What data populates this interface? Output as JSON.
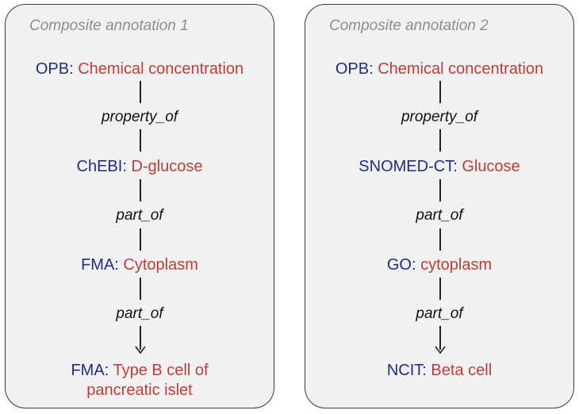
{
  "panels": [
    {
      "title": "Composite annotation 1",
      "nodes": [
        {
          "ont": "OPB",
          "term": "Chemical concentration"
        },
        {
          "ont": "ChEBI",
          "term": "D-glucose"
        },
        {
          "ont": "FMA",
          "term": "Cytoplasm"
        },
        {
          "ont": "FMA",
          "term": "Type B cell of",
          "term2": "pancreatic islet"
        }
      ],
      "relations": [
        "property_of",
        "part_of",
        "part_of"
      ]
    },
    {
      "title": "Composite annotation 2",
      "nodes": [
        {
          "ont": "OPB",
          "term": "Chemical concentration"
        },
        {
          "ont": "SNOMED-CT",
          "term": "Glucose"
        },
        {
          "ont": "GO",
          "term": "cytoplasm"
        },
        {
          "ont": "NCIT",
          "term": "Beta cell"
        }
      ],
      "relations": [
        "property_of",
        "part_of",
        "part_of"
      ]
    }
  ],
  "colors": {
    "ontology": "#1f2d85",
    "term": "#c23b3b",
    "title": "#8e8e8e",
    "panel_bg": "#f1f1f1"
  }
}
